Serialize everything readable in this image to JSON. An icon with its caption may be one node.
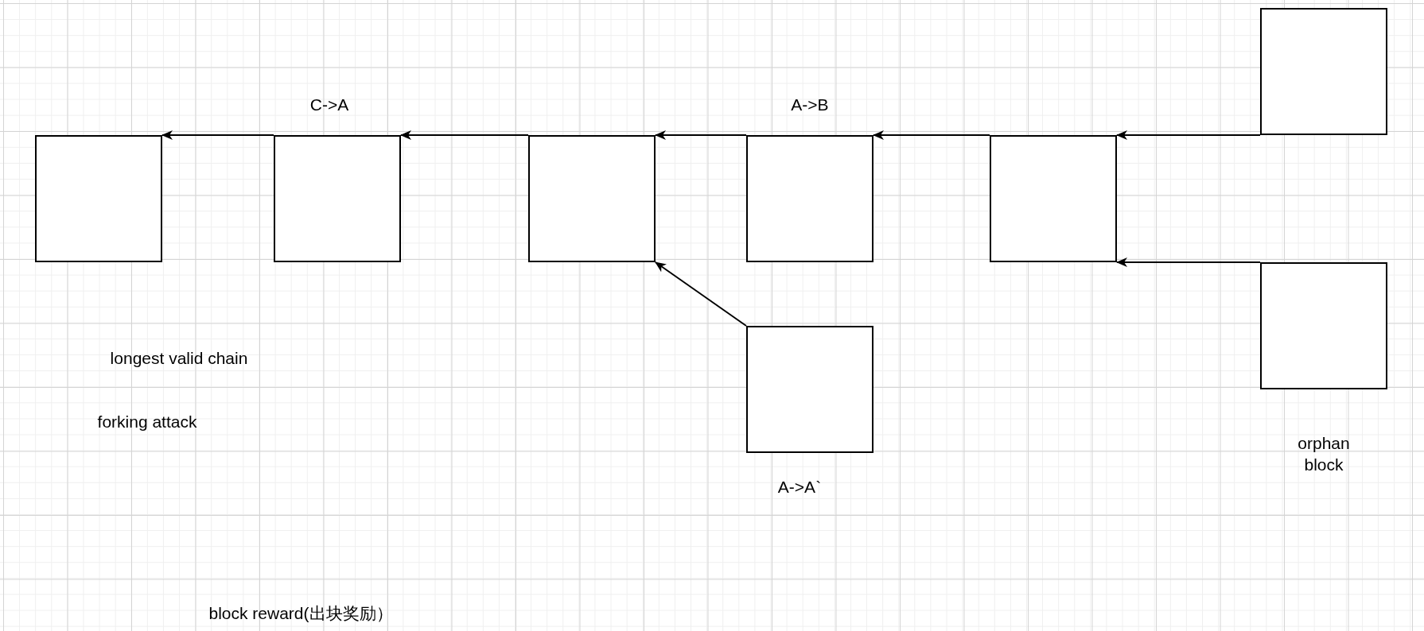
{
  "diagram": {
    "nodes": [
      {
        "text": [],
        "shape": "box"
      },
      {
        "text": [],
        "shape": "box",
        "beside": [
          "C->A"
        ]
      },
      {
        "text": [],
        "shape": "box"
      },
      {
        "text": [],
        "shape": "box",
        "beside": [
          "A->B"
        ]
      },
      {
        "text": [],
        "shape": "box"
      },
      {
        "text": [],
        "shape": "box"
      },
      {
        "text": [],
        "shape": "box",
        "beside": [
          "orphan block"
        ]
      },
      {
        "text": [],
        "shape": "box",
        "beside": [
          "A->A`"
        ]
      }
    ],
    "edges": [
      {
        "from": 1,
        "to": 0,
        "arrow": "to"
      },
      {
        "from": 2,
        "to": 1,
        "arrow": "to"
      },
      {
        "from": 3,
        "to": 2,
        "arrow": "to"
      },
      {
        "from": 4,
        "to": 3,
        "arrow": "to"
      },
      {
        "from": 5,
        "to": 4,
        "arrow": "to"
      },
      {
        "from": 6,
        "to": 4,
        "arrow": "to"
      },
      {
        "from": 7,
        "to": 2,
        "arrow": "to"
      }
    ],
    "labels": [
      "longest valid chain",
      "forking attack",
      "block reward(出块奖励）"
    ]
  }
}
